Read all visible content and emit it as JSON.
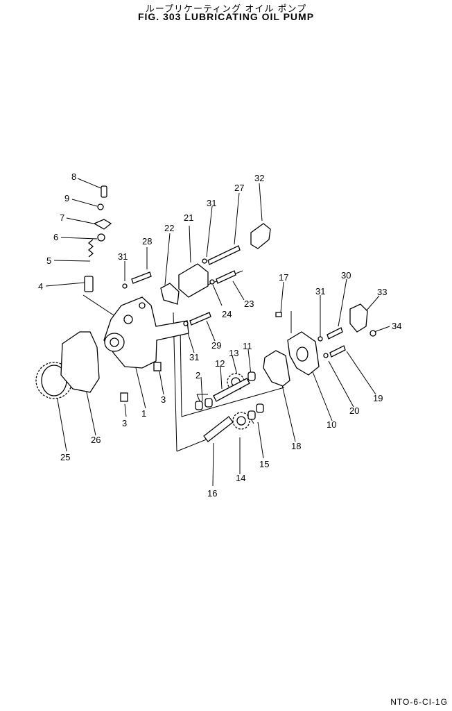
{
  "header": {
    "title_jp": "ループリケーティング オイル ポンプ",
    "title_en": "FIG. 303  LUBRICATING  OIL  PUMP"
  },
  "callouts": [
    {
      "id": "c8",
      "label": "8"
    },
    {
      "id": "c9",
      "label": "9"
    },
    {
      "id": "c7",
      "label": "7"
    },
    {
      "id": "c6",
      "label": "6"
    },
    {
      "id": "c5",
      "label": "5"
    },
    {
      "id": "c4",
      "label": "4"
    },
    {
      "id": "c22",
      "label": "22"
    },
    {
      "id": "c21",
      "label": "21"
    },
    {
      "id": "c28",
      "label": "28"
    },
    {
      "id": "c31a",
      "label": "31"
    },
    {
      "id": "c31b",
      "label": "31"
    },
    {
      "id": "c27",
      "label": "27"
    },
    {
      "id": "c32",
      "label": "32"
    },
    {
      "id": "c24",
      "label": "24"
    },
    {
      "id": "c23",
      "label": "23"
    },
    {
      "id": "c29",
      "label": "29"
    },
    {
      "id": "c31c",
      "label": "31"
    },
    {
      "id": "c1",
      "label": "1"
    },
    {
      "id": "c3a",
      "label": "3"
    },
    {
      "id": "c3b",
      "label": "3"
    },
    {
      "id": "c26",
      "label": "26"
    },
    {
      "id": "c25",
      "label": "25"
    },
    {
      "id": "c2",
      "label": "2"
    },
    {
      "id": "c12",
      "label": "12"
    },
    {
      "id": "c13",
      "label": "13"
    },
    {
      "id": "c11",
      "label": "11"
    },
    {
      "id": "c16",
      "label": "16"
    },
    {
      "id": "c14",
      "label": "14"
    },
    {
      "id": "c15",
      "label": "15"
    },
    {
      "id": "c18",
      "label": "18"
    },
    {
      "id": "c17",
      "label": "17"
    },
    {
      "id": "c31d",
      "label": "31"
    },
    {
      "id": "c30",
      "label": "30"
    },
    {
      "id": "c33",
      "label": "33"
    },
    {
      "id": "c34",
      "label": "34"
    },
    {
      "id": "c19",
      "label": "19"
    },
    {
      "id": "c20",
      "label": "20"
    },
    {
      "id": "c10",
      "label": "10"
    }
  ],
  "footer": {
    "code": "NTO-6-CI-1G"
  }
}
